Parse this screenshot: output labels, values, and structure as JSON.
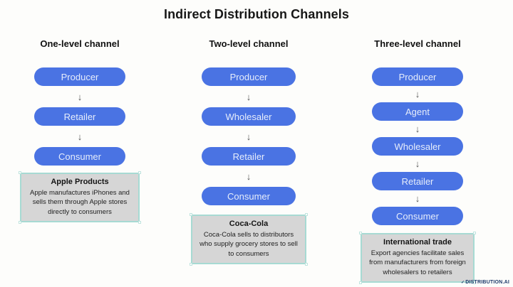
{
  "page": {
    "title": "Indirect Distribution Channels"
  },
  "colors": {
    "pill_blue": "#4a73e3",
    "pill_text": "#e6edfb",
    "note_background": "#d6d6d6",
    "note_border": "#a7dad3",
    "arrow_gray": "#565656",
    "watermark_navy": "#1d3a6b"
  },
  "icons": {
    "down_arrow": "↓",
    "watermark_mark": "✓"
  },
  "columns": [
    {
      "header": "One-level channel",
      "steps": [
        "Producer",
        "Retailer",
        "Consumer"
      ],
      "note": {
        "title": "Apple Products",
        "body": "Apple manufactures iPhones and sells them through Apple stores directly to consumers"
      }
    },
    {
      "header": "Two-level channel",
      "steps": [
        "Producer",
        "Wholesaler",
        "Retailer",
        "Consumer"
      ],
      "note": {
        "title": "Coca-Cola",
        "body": "Coca-Cola sells to distributors who supply grocery stores to sell to consumers"
      }
    },
    {
      "header": "Three-level channel",
      "steps": [
        "Producer",
        "Agent",
        "Wholesaler",
        "Retailer",
        "Consumer"
      ],
      "note": {
        "title": "International trade",
        "body": "Export agencies facilitate sales from manufacturers from foreign wholesalers to retailers"
      }
    }
  ],
  "watermark": {
    "text": "DISTRIBUTION.AI"
  }
}
